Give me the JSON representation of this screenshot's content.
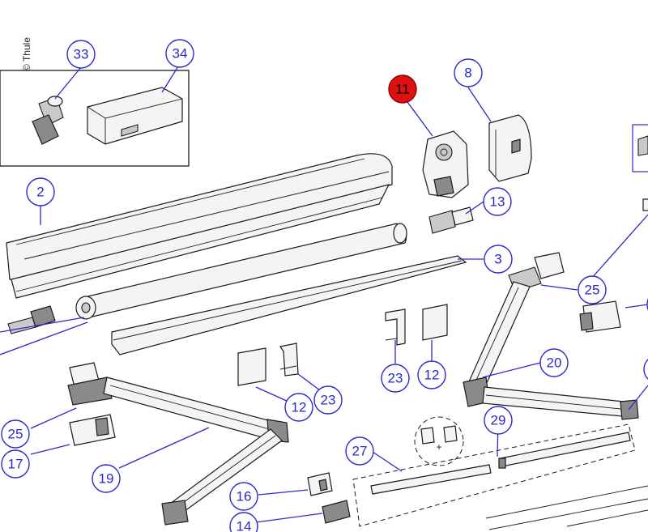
{
  "copyright": "© Thule",
  "callouts": [
    {
      "id": "c33",
      "label": "33",
      "highlight": false
    },
    {
      "id": "c34",
      "label": "34",
      "highlight": false
    },
    {
      "id": "c11",
      "label": "11",
      "highlight": true
    },
    {
      "id": "c8",
      "label": "8",
      "highlight": false
    },
    {
      "id": "c2",
      "label": "2",
      "highlight": false
    },
    {
      "id": "c13",
      "label": "13",
      "highlight": false
    },
    {
      "id": "c3",
      "label": "3",
      "highlight": false
    },
    {
      "id": "c25a",
      "label": "25",
      "highlight": false
    },
    {
      "id": "c20",
      "label": "20",
      "highlight": false
    },
    {
      "id": "c23a",
      "label": "23",
      "highlight": false
    },
    {
      "id": "c12a",
      "label": "12",
      "highlight": false
    },
    {
      "id": "c12b",
      "label": "12",
      "highlight": false
    },
    {
      "id": "c23b",
      "label": "23",
      "highlight": false
    },
    {
      "id": "c25b",
      "label": "25",
      "highlight": false
    },
    {
      "id": "c17",
      "label": "17",
      "highlight": false
    },
    {
      "id": "c19",
      "label": "19",
      "highlight": false
    },
    {
      "id": "c29",
      "label": "29",
      "highlight": false
    },
    {
      "id": "c27",
      "label": "27",
      "highlight": false
    },
    {
      "id": "c16",
      "label": "16",
      "highlight": false
    },
    {
      "id": "c14",
      "label": "14",
      "highlight": false
    }
  ],
  "colors": {
    "callout_stroke": "#2a2acc",
    "highlight_fill": "#e01010",
    "line": "#1a1a1a"
  }
}
